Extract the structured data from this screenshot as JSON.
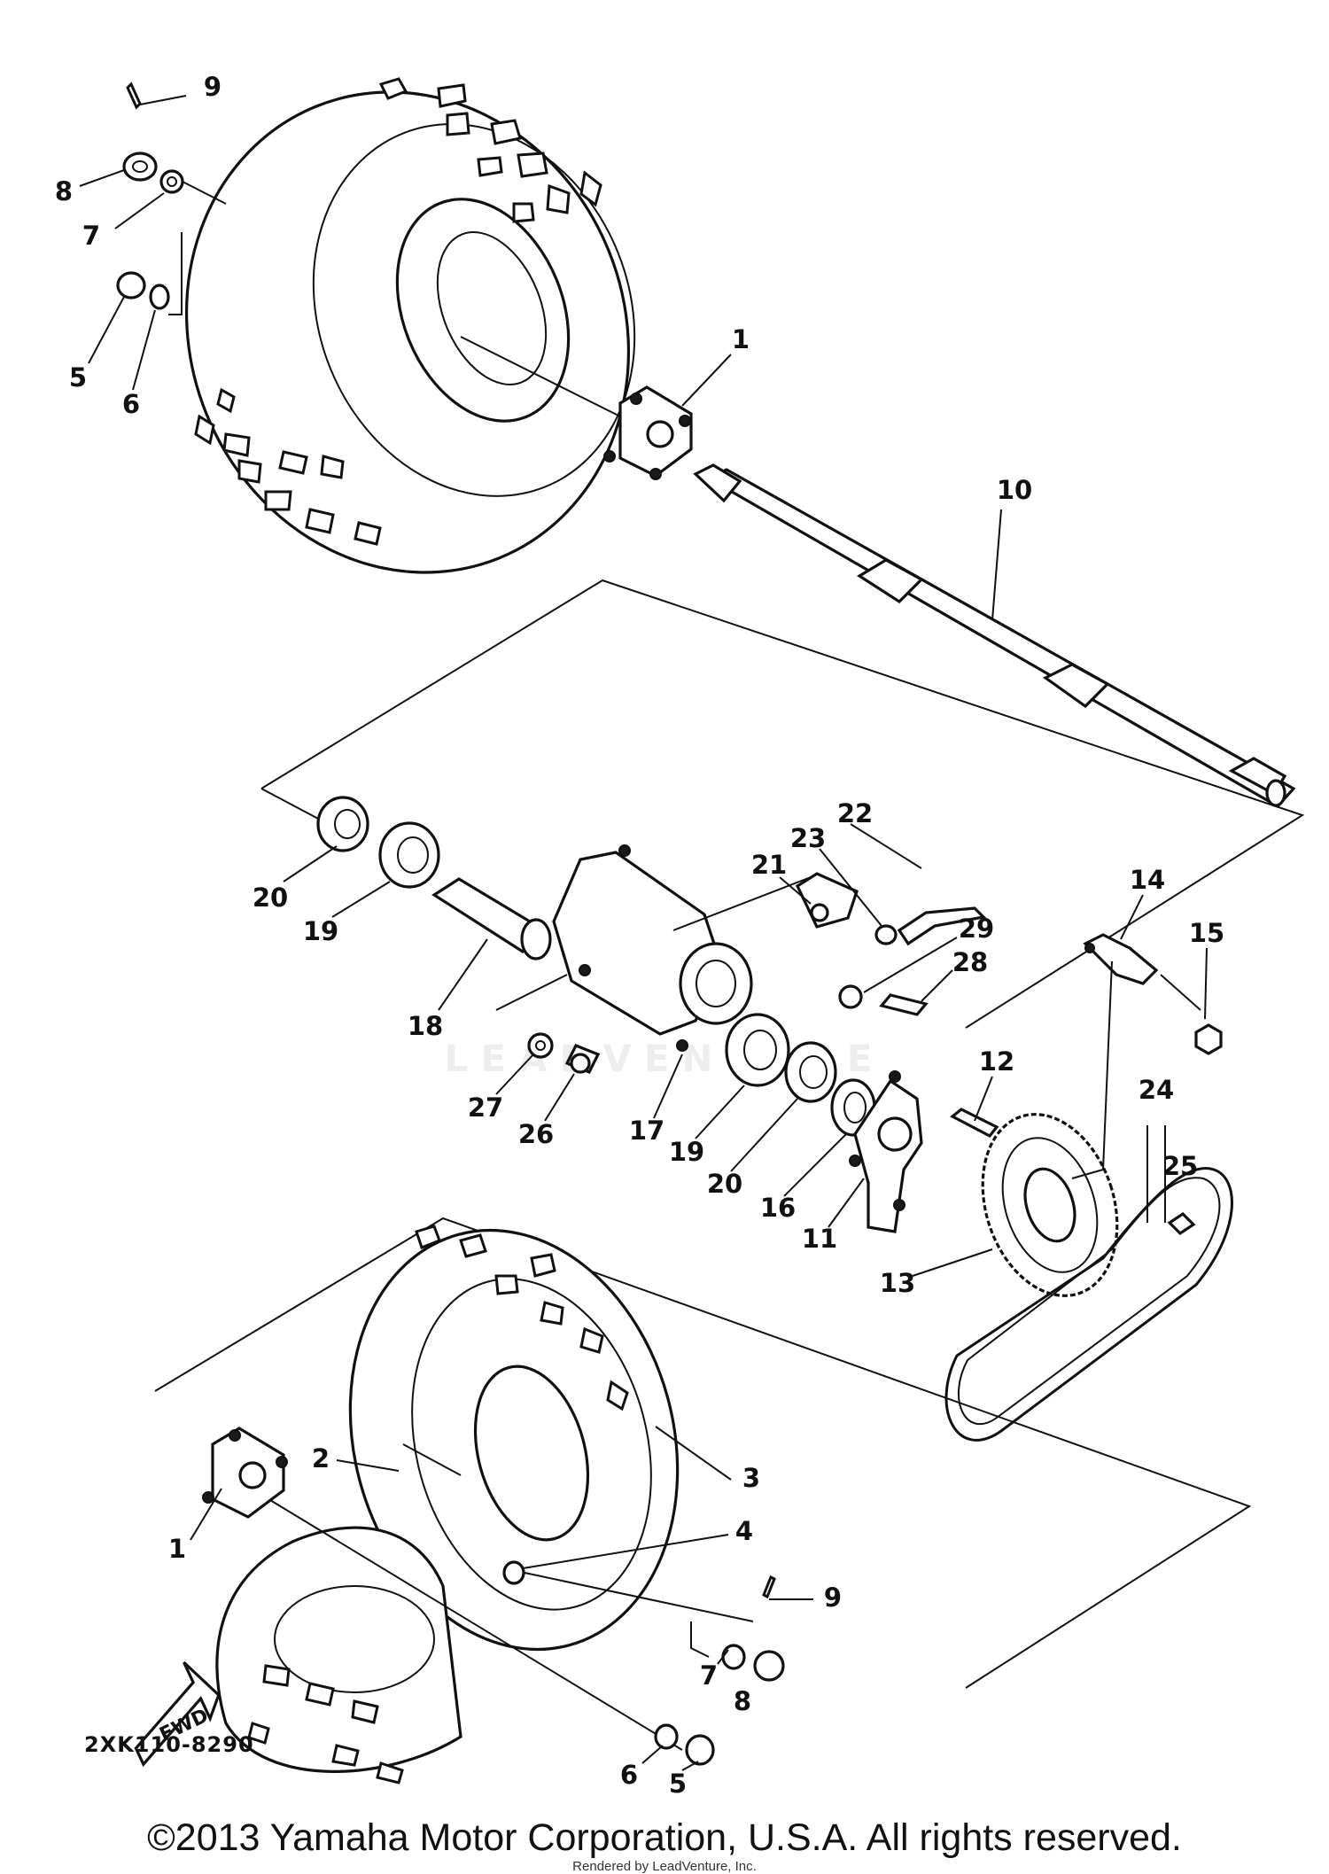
{
  "diagram": {
    "code": "2XK110-8290",
    "fwd_label": "FWD",
    "watermark_text": "LEADVENTURE",
    "callouts": {
      "c9_top": "9",
      "c8_top": "8",
      "c7_top": "7",
      "c5_top": "5",
      "c6_top": "6",
      "c1_top": "1",
      "c10": "10",
      "c20_left": "20",
      "c19_left": "19",
      "c18": "18",
      "c22": "22",
      "c23": "23",
      "c21": "21",
      "c29": "29",
      "c28": "28",
      "c14": "14",
      "c15": "15",
      "c27": "27",
      "c26": "26",
      "c17": "17",
      "c19_mid": "19",
      "c20_mid": "20",
      "c16": "16",
      "c11": "11",
      "c12": "12",
      "c13": "13",
      "c24": "24",
      "c25": "25",
      "c2": "2",
      "c3": "3",
      "c1_bottom": "1",
      "c4": "4",
      "c9_bottom": "9",
      "c7_bottom": "7",
      "c8_bottom": "8",
      "c6_bottom": "6",
      "c5_bottom": "5"
    }
  },
  "footer": {
    "copyright": "©2013 Yamaha Motor Corporation, U.S.A. All rights reserved.",
    "rendered_by": "Rendered by LeadVenture, Inc."
  }
}
